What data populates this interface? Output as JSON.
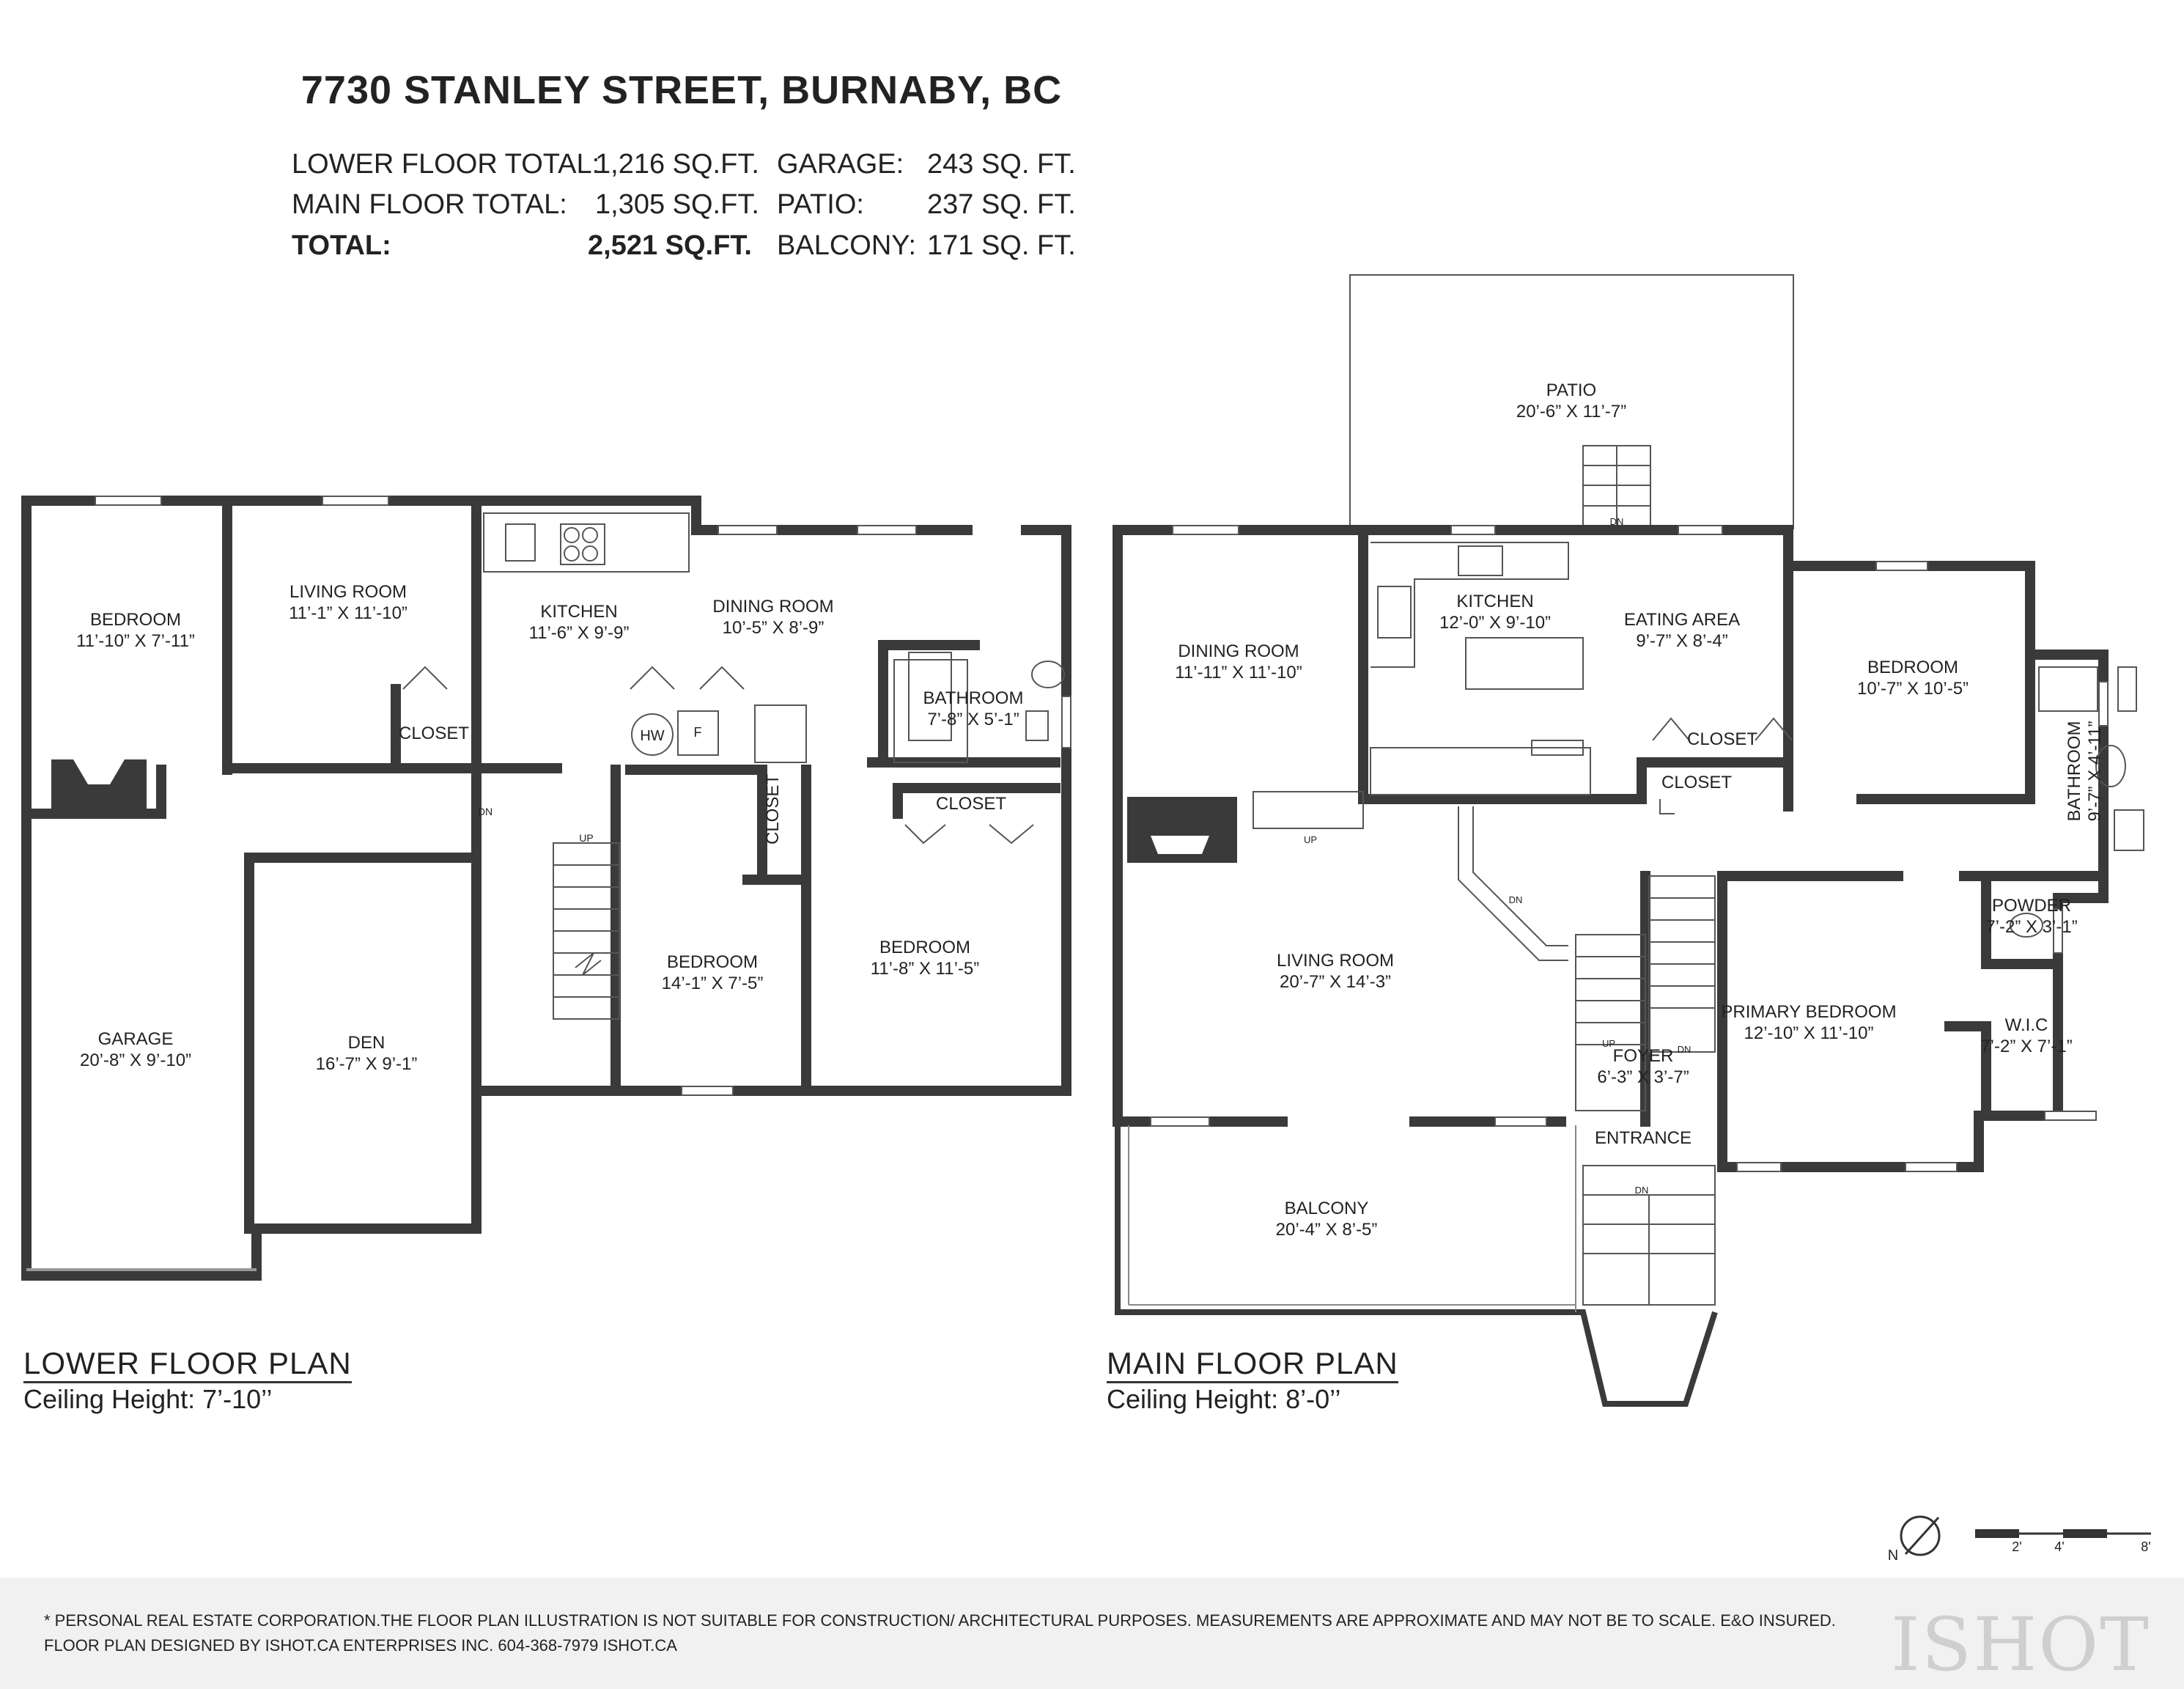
{
  "header": {
    "address": "7730 STANLEY STREET, BURNABY, BC",
    "rows": [
      {
        "label": "LOWER FLOOR TOTAL:",
        "value": "1,216 SQ.FT.",
        "label2": "GARAGE:",
        "value2": "243 SQ. FT."
      },
      {
        "label": "MAIN FLOOR TOTAL:",
        "value": "1,305 SQ.FT.",
        "label2": "PATIO:",
        "value2": "237 SQ. FT."
      },
      {
        "label": "TOTAL:",
        "value": "2,521 SQ.FT.",
        "label2": "BALCONY:",
        "value2": "171 SQ. FT."
      }
    ]
  },
  "lower_floor": {
    "title": "LOWER FLOOR PLAN",
    "ceiling": "Ceiling Height: 7’-10’’",
    "rooms": [
      {
        "name": "BEDROOM",
        "dims": "11’-10” X 7’-11”"
      },
      {
        "name": "LIVING ROOM",
        "dims": "11’-1” X 11’-10”"
      },
      {
        "name": "KITCHEN",
        "dims": "11’-6” X 9’-9”"
      },
      {
        "name": "DINING ROOM",
        "dims": "10’-5” X 8’-9”"
      },
      {
        "name": "BATHROOM",
        "dims": "7’-8” X 5’-1”"
      },
      {
        "name": "CLOSET",
        "dims": ""
      },
      {
        "name": "CLOSET",
        "dims": ""
      },
      {
        "name": "CLOSET",
        "dims": ""
      },
      {
        "name": "GARAGE",
        "dims": "20’-8” X 9’-10”"
      },
      {
        "name": "DEN",
        "dims": "16’-7” X 9’-1”"
      },
      {
        "name": "BEDROOM",
        "dims": "14’-1” X 7’-5”"
      },
      {
        "name": "BEDROOM",
        "dims": "11’-8” X 11’-5”"
      }
    ],
    "marks": {
      "up": "UP",
      "dn": "DN",
      "hw": "HW",
      "f": "F"
    }
  },
  "main_floor": {
    "title": "MAIN FLOOR PLAN",
    "ceiling": "Ceiling Height: 8’-0’’",
    "rooms": [
      {
        "name": "PATIO",
        "dims": "20’-6” X 11’-7”"
      },
      {
        "name": "DINING ROOM",
        "dims": "11’-11” X 11’-10”"
      },
      {
        "name": "KITCHEN",
        "dims": "12’-0” X 9’-10”"
      },
      {
        "name": "EATING AREA",
        "dims": "9’-7” X 8’-4”"
      },
      {
        "name": "BEDROOM",
        "dims": "10’-7” X 10’-5”"
      },
      {
        "name": "CLOSET",
        "dims": ""
      },
      {
        "name": "CLOSET",
        "dims": ""
      },
      {
        "name": "BATHROOM",
        "dims": "9’-7” X 4’-11”"
      },
      {
        "name": "POWDER",
        "dims": "7’-2” X 3’-1”"
      },
      {
        "name": "LIVING ROOM",
        "dims": "20’-7” X 14’-3”"
      },
      {
        "name": "PRIMARY BEDROOM",
        "dims": "12’-10” X 11’-10”"
      },
      {
        "name": "W.I.C",
        "dims": "7’-2” X 7’-1”"
      },
      {
        "name": "FOYER",
        "dims": "6’-3” X 3’-7”"
      },
      {
        "name": "ENTRANCE",
        "dims": ""
      },
      {
        "name": "BALCONY",
        "dims": "20’-4” X 8’-5”"
      }
    ],
    "marks": {
      "up": "UP",
      "dn": "DN"
    }
  },
  "compass": {
    "label": "N"
  },
  "scale": {
    "ticks": [
      "2'",
      "4'",
      "8'"
    ]
  },
  "footer": {
    "line1": "* PERSONAL REAL ESTATE CORPORATION.THE FLOOR PLAN ILLUSTRATION IS NOT SUITABLE FOR CONSTRUCTION/ ARCHITECTURAL PURPOSES. MEASUREMENTS ARE APPROXIMATE AND MAY NOT BE TO SCALE. E&O INSURED.",
    "line2": "FLOOR PLAN DESIGNED BY ISHOT.CA ENTERPRISES INC. 604-368-7979  ISHOT.CA",
    "logo": "ISHOT"
  },
  "colors": {
    "wall": "#3a3a3a",
    "line": "#555555",
    "footer_bg": "#f1f1f1"
  }
}
